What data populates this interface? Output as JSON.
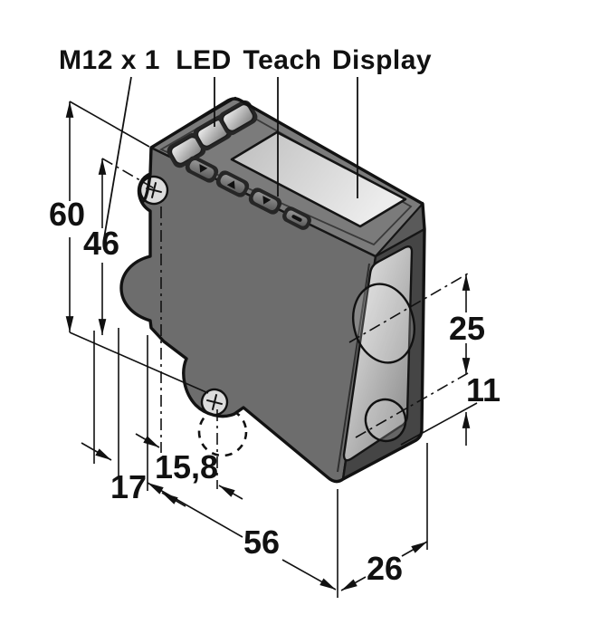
{
  "drawing": {
    "type": "sensor-dimensional-drawing",
    "callouts": {
      "m12_thread": "M12 x 1",
      "led": "LED",
      "teach": "Teach",
      "display": "Display"
    },
    "dimensions": {
      "body_height": "60",
      "connector_axis_height": "46",
      "lens_spacing": "25",
      "receiver_to_bottom": "11",
      "hole_spacing": "15,8",
      "front_to_hole": "17",
      "body_depth": "56",
      "body_width": "26"
    },
    "icons": {
      "screw_top": "phillips-screw-icon",
      "screw_bottom": "phillips-screw-icon",
      "mounting_hole": "dashed-hole-icon",
      "connector": "m12-threaded-connector-icon"
    },
    "colors": {
      "line": "#111111",
      "body_side": "#6d6d6d",
      "body_top": "#7b7b7b",
      "front_frame": "#454545",
      "window_light": "#ececec",
      "window_dark": "#8a8a8a",
      "display_light": "#e9e9e9",
      "display_dark": "#c3c3c3",
      "connector_fill": "#f3f3f3"
    }
  }
}
